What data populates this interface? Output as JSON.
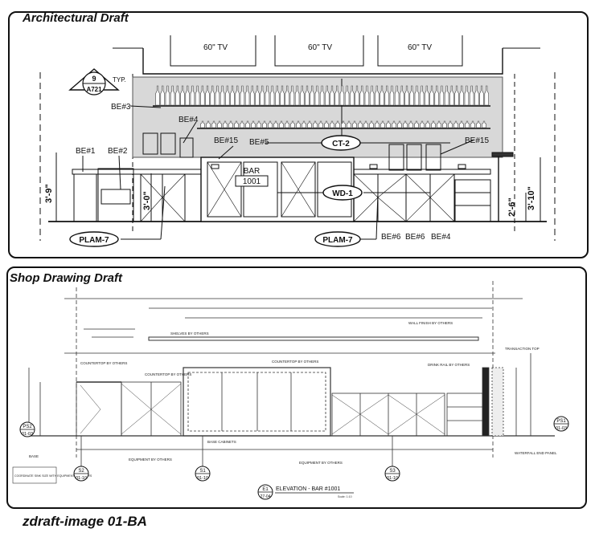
{
  "architectural": {
    "title": "Architectural Draft",
    "tv_labels": [
      "60\" TV",
      "60\" TV",
      "60\" TV"
    ],
    "detail_tag": {
      "number": "9",
      "sheet": "A721",
      "suffix": "TYP."
    },
    "callouts": {
      "be3": "BE#3",
      "be4": "BE#4",
      "be15_left": "BE#15",
      "be5": "BE#5",
      "be15_right": "BE#15",
      "be1": "BE#1",
      "be2": "BE#2",
      "be6_a": "BE#6",
      "be6_b": "BE#6",
      "be4_bottom": "BE#4"
    },
    "tags": {
      "ct": "CT-2",
      "wd": "WD-1",
      "plam_left": "PLAM-7",
      "plam_right": "PLAM-7"
    },
    "bar": {
      "label": "BAR",
      "number": "1001"
    },
    "dimensions": {
      "left_height": "3'-9\"",
      "inner_height": "3'-0\"",
      "right_a": "2'-6\"",
      "right_b": "3'-10\""
    }
  },
  "shop": {
    "title": "Shop Drawing Draft",
    "elevation_title": "ELEVATION - BAR #1001",
    "elevation_tag": {
      "top": "E1",
      "bottom": "27-04"
    },
    "scale": "Scale: 1:10",
    "sections": [
      {
        "top": "PS2",
        "bottom": "01-03"
      },
      {
        "top": "S2",
        "bottom": "01-10"
      },
      {
        "top": "S1",
        "bottom": "01-10"
      },
      {
        "top": "S3",
        "bottom": "01-10"
      },
      {
        "top": "PS1",
        "bottom": "01-03"
      }
    ],
    "notes": {
      "mp_shelves": "SHELVES BY OTHERS",
      "countertop_left": "COUNTERTOP BY OTHERS",
      "countertop_mid": "COUNTERTOP BY OTHERS",
      "countertop_right": "COUNTERTOP BY OTHERS",
      "wall_finish": "WALL FINISH BY OTHERS",
      "drink_rail": "DRINK RAIL BY OTHERS",
      "base_cabinets": "BASE CABINETS",
      "equipment_a": "EQUIPMENT BY OTHERS",
      "equipment_b": "EQUIPMENT BY OTHERS",
      "base": "BASE",
      "coordinate": "COORDINATE SINK SIZE WITH EQUIPMENT BY OTHERS",
      "transaction_top": "TRANSACTION TOP",
      "waterfall": "WATERFALL END PANEL"
    }
  },
  "caption": "zdraft-image 01-BA"
}
